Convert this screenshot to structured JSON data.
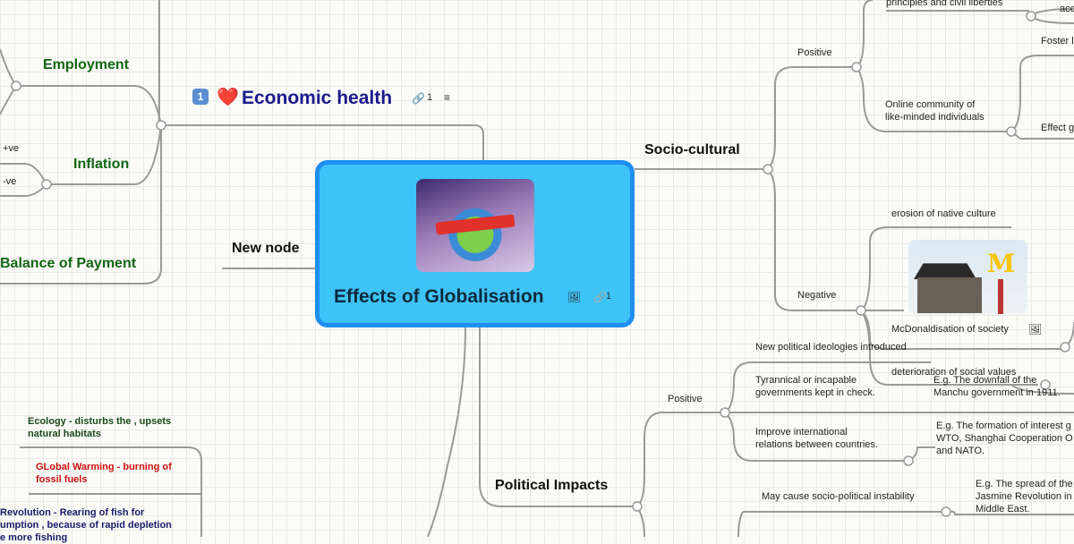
{
  "central": {
    "title": "Effects of Globalisation",
    "image_icon": "image-icon",
    "link_icon": "link-icon",
    "link_count": "1"
  },
  "economic": {
    "title": "Economic health",
    "badge_number": "1",
    "emoji": "❤️",
    "link_count": "1"
  },
  "economic_children": {
    "employment": "Employment",
    "inflation": "Inflation",
    "inflation_pos": "+ve",
    "inflation_neg": "-ve",
    "bop": "Balance of Payment"
  },
  "new_node": "New node",
  "socio": {
    "title": "Socio-cultural",
    "positive": "Positive",
    "principles": "principles and civil liberties",
    "acc": "acc",
    "foster": "Foster l",
    "online_1": "Online community of",
    "online_2": "like-minded individuals",
    "effect": "Effect g",
    "negative": "Negative",
    "erosion": "erosion of native culture",
    "mcdonald": "McDonaldisation of society",
    "deterioration": "deterioration of social values"
  },
  "political": {
    "title": "Political Impacts",
    "positive": "Positive",
    "ideologies": "New political ideologies introduced",
    "tyrannical_1": "Tyrannical or incapable",
    "tyrannical_2": "governments kept in check.",
    "manchu_1": "E.g. The downfall of the",
    "manchu_2": "Manchu government in 1911.",
    "improve_1": "Improve international",
    "improve_2": "relations between countries.",
    "wto_1": "E.g. The formation of interest g",
    "wto_2": "WTO, Shanghai Cooperation O",
    "wto_3": "and NATO.",
    "instability": "May cause socio-political instability",
    "jasmine_1": "E.g. The spread of the",
    "jasmine_2": "Jasmine Revolution in",
    "jasmine_3": "Middle East."
  },
  "environment": {
    "ecology_1": "Ecology - disturbs the , upsets",
    "ecology_2": "natural habitats",
    "warming_1": "GLobal Warming - burning of",
    "warming_2": "fossil fuels",
    "revolution_1": "Revolution - Rearing of fish for",
    "revolution_2": "umption , because of rapid depletion",
    "revolution_3": "e more fishing"
  },
  "colors": {
    "central_fill": "#3ec3f7",
    "central_border": "#1f8ef1",
    "economic_title": "#1a1a8c",
    "green_label": "#116611",
    "ecology": "#1a4a1a",
    "warming": "#cc1111",
    "revolution": "#1a1a6a"
  }
}
